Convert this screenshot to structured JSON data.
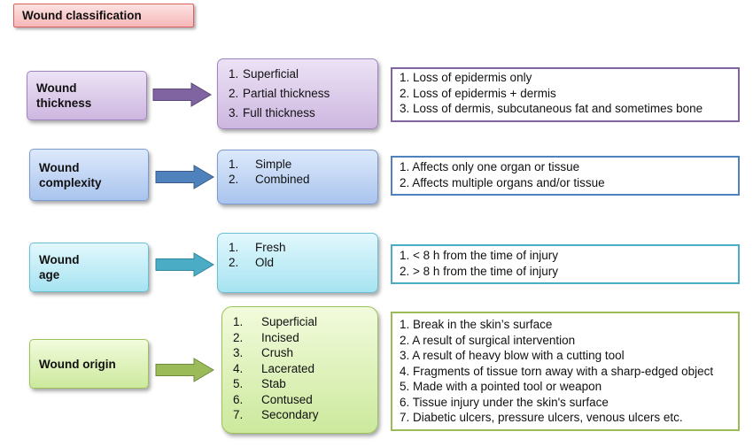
{
  "title": "Wound classification",
  "rows": [
    {
      "category_line1": "Wound",
      "category_line2": "thickness",
      "options": [
        {
          "num": "1.",
          "text": "Superficial"
        },
        {
          "num": "2.",
          "text": "Partial thickness"
        },
        {
          "num": "3.",
          "text": "Full thickness"
        }
      ],
      "descriptions": [
        "1. Loss of epidermis only",
        "2. Loss of epidermis + dermis",
        "3. Loss of dermis, subcutaneous fat and sometimes bone"
      ],
      "color": "#8064a2"
    },
    {
      "category_line1": "Wound",
      "category_line2": "complexity",
      "options": [
        {
          "num": "1.",
          "text": "Simple"
        },
        {
          "num": "2.",
          "text": "Combined"
        }
      ],
      "descriptions": [
        "1. Affects only one organ or tissue",
        "2. Affects multiple organs and/or tissue"
      ],
      "color": "#4f81bd"
    },
    {
      "category_line1": "Wound",
      "category_line2": "age",
      "options": [
        {
          "num": "1.",
          "text": "Fresh"
        },
        {
          "num": "2.",
          "text": "Old"
        }
      ],
      "descriptions": [
        "1. < 8 h from the time of injury",
        "2. > 8 h from the time of injury"
      ],
      "color": "#4bacc6"
    },
    {
      "category_line1": "Wound origin",
      "category_line2": "",
      "options": [
        {
          "num": "1.",
          "text": "Superficial"
        },
        {
          "num": "2.",
          "text": "Incised"
        },
        {
          "num": "3.",
          "text": "Crush"
        },
        {
          "num": "4.",
          "text": "Lacerated"
        },
        {
          "num": "5.",
          "text": "Stab"
        },
        {
          "num": "6.",
          "text": "Contused"
        },
        {
          "num": "7.",
          "text": "Secondary"
        }
      ],
      "descriptions": [
        "1. Break in the skin’s surface",
        "2. A result of surgical intervention",
        "3. A result of heavy blow with a cutting tool",
        "4. Fragments of tissue torn away with a sharp-edged object",
        "5. Made with a pointed tool or weapon",
        "6. Tissue injury under the skin's surface",
        "7. Diabetic ulcers, pressure ulcers, venous ulcers etc."
      ],
      "color": "#9bbb59"
    }
  ]
}
